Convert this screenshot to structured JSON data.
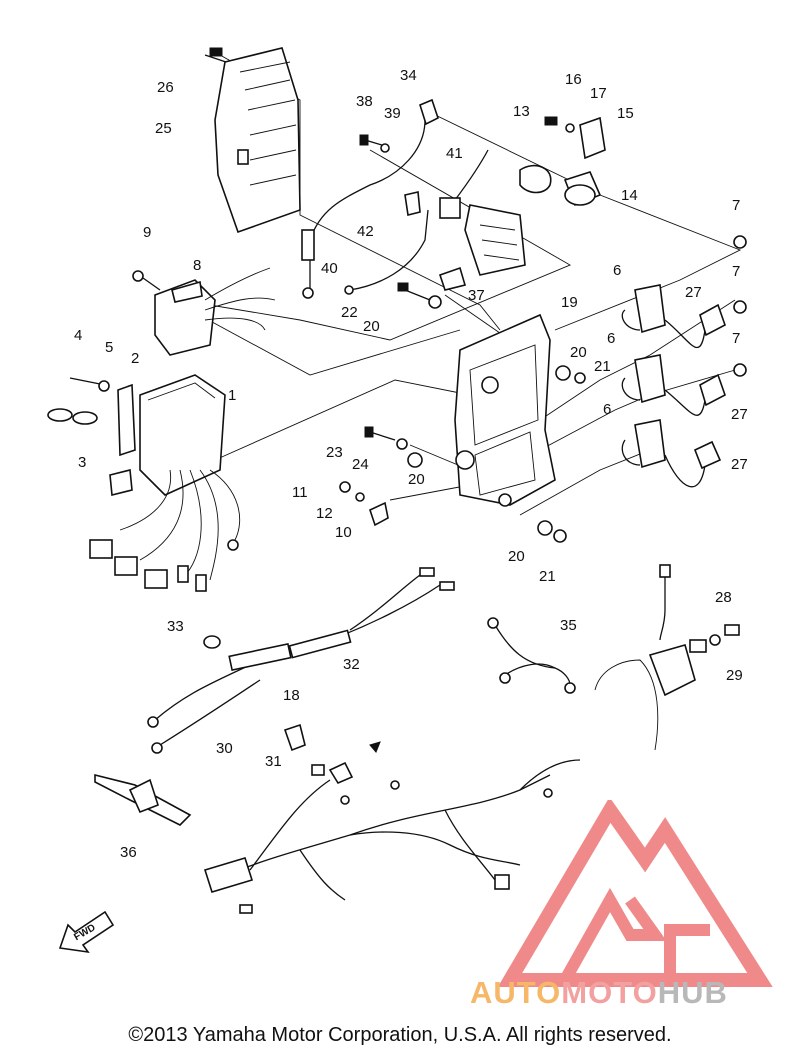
{
  "callouts": [
    {
      "id": "c1",
      "text": "1"
    },
    {
      "id": "c2",
      "text": "2"
    },
    {
      "id": "c3",
      "text": "3"
    },
    {
      "id": "c4",
      "text": "4"
    },
    {
      "id": "c5",
      "text": "5"
    },
    {
      "id": "c6a",
      "text": "6"
    },
    {
      "id": "c6b",
      "text": "6"
    },
    {
      "id": "c6c",
      "text": "6"
    },
    {
      "id": "c7a",
      "text": "7"
    },
    {
      "id": "c7b",
      "text": "7"
    },
    {
      "id": "c7c",
      "text": "7"
    },
    {
      "id": "c8",
      "text": "8"
    },
    {
      "id": "c9",
      "text": "9"
    },
    {
      "id": "c10",
      "text": "10"
    },
    {
      "id": "c11",
      "text": "11"
    },
    {
      "id": "c12",
      "text": "12"
    },
    {
      "id": "c13",
      "text": "13"
    },
    {
      "id": "c14",
      "text": "14"
    },
    {
      "id": "c15",
      "text": "15"
    },
    {
      "id": "c16",
      "text": "16"
    },
    {
      "id": "c17",
      "text": "17"
    },
    {
      "id": "c18",
      "text": "18"
    },
    {
      "id": "c19",
      "text": "19"
    },
    {
      "id": "c20a",
      "text": "20"
    },
    {
      "id": "c20b",
      "text": "20"
    },
    {
      "id": "c20c",
      "text": "20"
    },
    {
      "id": "c20d",
      "text": "20"
    },
    {
      "id": "c21a",
      "text": "21"
    },
    {
      "id": "c21b",
      "text": "21"
    },
    {
      "id": "c22",
      "text": "22"
    },
    {
      "id": "c23",
      "text": "23"
    },
    {
      "id": "c24",
      "text": "24"
    },
    {
      "id": "c25",
      "text": "25"
    },
    {
      "id": "c26",
      "text": "26"
    },
    {
      "id": "c27a",
      "text": "27"
    },
    {
      "id": "c27b",
      "text": "27"
    },
    {
      "id": "c27c",
      "text": "27"
    },
    {
      "id": "c28",
      "text": "28"
    },
    {
      "id": "c29",
      "text": "29"
    },
    {
      "id": "c30",
      "text": "30"
    },
    {
      "id": "c31",
      "text": "31"
    },
    {
      "id": "c32",
      "text": "32"
    },
    {
      "id": "c33",
      "text": "33"
    },
    {
      "id": "c34",
      "text": "34"
    },
    {
      "id": "c35",
      "text": "35"
    },
    {
      "id": "c36",
      "text": "36"
    },
    {
      "id": "c37",
      "text": "37"
    },
    {
      "id": "c38",
      "text": "38"
    },
    {
      "id": "c39",
      "text": "39"
    },
    {
      "id": "c40",
      "text": "40"
    },
    {
      "id": "c41",
      "text": "41"
    },
    {
      "id": "c42",
      "text": "42"
    }
  ],
  "fwd_label": "FWD",
  "watermark": {
    "part1": "AUTO",
    "part2": "MOTO",
    "part3": "HUB"
  },
  "copyright": "©2013 Yamaha Motor Corporation, U.S.A. All rights reserved.",
  "colors": {
    "ink": "#111111",
    "watermark_red": "#f08a8a",
    "watermark_orange": "#f6b868",
    "watermark_gray": "#b8b8b8"
  }
}
